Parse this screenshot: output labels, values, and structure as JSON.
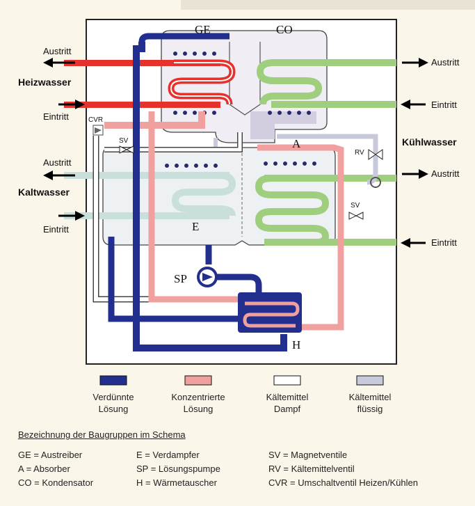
{
  "units": {
    "GE": "GE",
    "CO": "CO",
    "A": "A",
    "E": "E",
    "SP": "SP",
    "H": "H"
  },
  "valves": {
    "CVR": "CVR",
    "SV_top": "SV",
    "SV_right": "SV",
    "RV": "RV"
  },
  "left": {
    "heizwasser": "Heizwasser",
    "kaltwasser": "Kaltwasser",
    "austritt_top": "Austritt",
    "eintritt_top": "Eintritt",
    "austritt_bottom": "Austritt",
    "eintritt_bottom": "Eintritt"
  },
  "right": {
    "kuehlwasser": "Kühlwasser",
    "austritt_top": "Austritt",
    "eintritt_top": "Eintritt",
    "austritt_bottom": "Austritt",
    "eintritt_bottom": "Eintritt"
  },
  "colors": {
    "heating": "#e5322d",
    "cooling_water": "#9fcf7e",
    "cold_water": "#c9dfdc",
    "diluted": "#232f8f",
    "concentrated": "#f1a0a0",
    "vapor": "#ffffff",
    "liquid": "#c9c9dc"
  },
  "legend": [
    {
      "line1": "Verdünnte",
      "line2": "Lösung",
      "color": "#232f8f"
    },
    {
      "line1": "Konzentrierte",
      "line2": "Lösung",
      "color": "#f1a0a0"
    },
    {
      "line1": "Kältemittel",
      "line2": "Dampf",
      "color": "#ffffff"
    },
    {
      "line1": "Kältemittel",
      "line2": "flüssig",
      "color": "#c9c9dc"
    }
  ],
  "abbr_title": "Bezeichnung der Baugruppen im Schema",
  "abbreviations": {
    "col1": [
      "GE = Austreiber",
      "A   = Absorber",
      "CO = Kondensator"
    ],
    "col2": [
      "E   = Verdampfer",
      "SP = Lösungspumpe",
      "H   = Wärmetauscher"
    ],
    "col3": [
      "SV    = Magnetventile",
      "RV    = Kältemittelventil",
      "CVR = Umschaltventil Heizen/Kühlen"
    ]
  }
}
